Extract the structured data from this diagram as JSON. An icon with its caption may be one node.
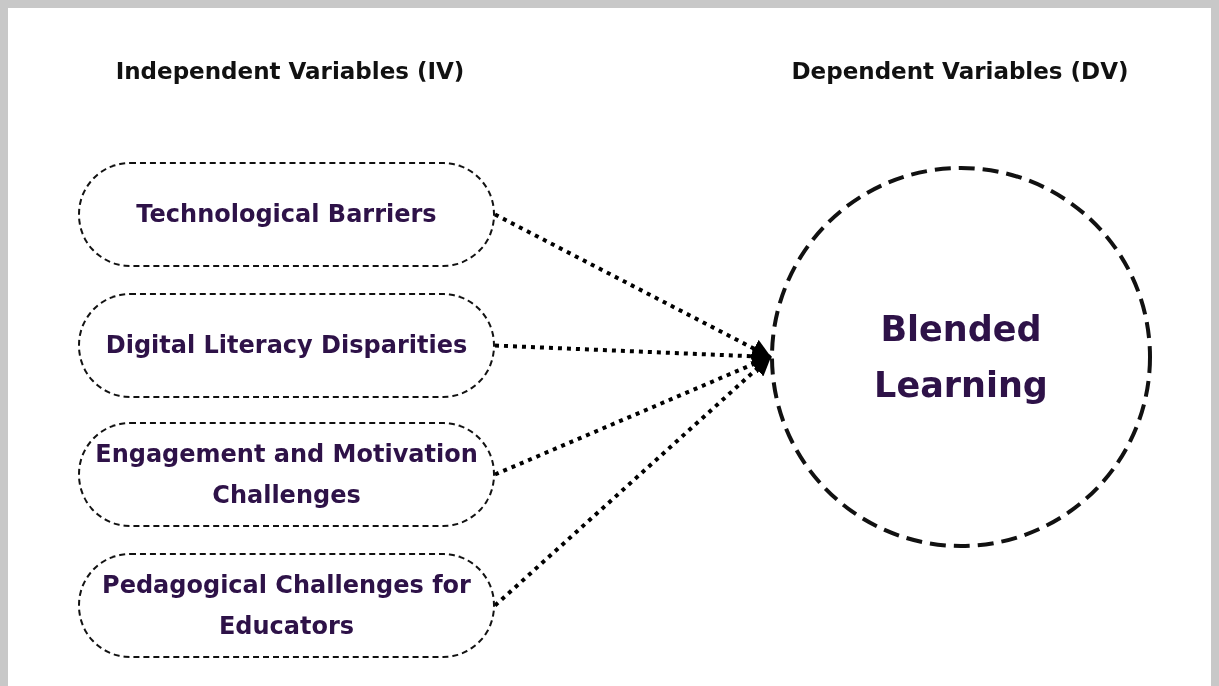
{
  "diagram": {
    "nodes": [
      {
        "text": [
          "Technological Barriers"
        ]
      },
      {
        "text": [
          "Digital Literacy Disparities"
        ]
      },
      {
        "text": [
          "Engagement and Motivation Challenges"
        ]
      },
      {
        "text": [
          "Pedagogical Challenges for Educators"
        ]
      },
      {
        "text": [
          "Blended Learning"
        ]
      }
    ],
    "edges": [
      {
        "from": 0,
        "to": 4,
        "arrow": "to"
      },
      {
        "from": 1,
        "to": 4,
        "arrow": "to"
      },
      {
        "from": 2,
        "to": 4,
        "arrow": "to"
      },
      {
        "from": 3,
        "to": 4,
        "arrow": "to"
      }
    ],
    "labels": [
      "Independent Variables (IV)",
      "Dependent Variables (DV)"
    ]
  }
}
